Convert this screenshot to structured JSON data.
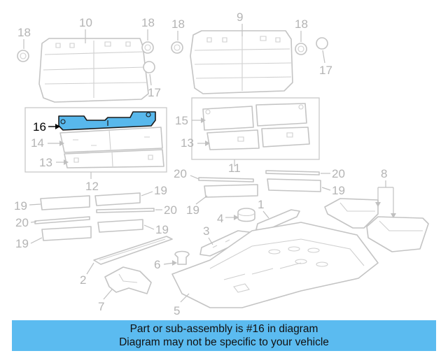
{
  "callouts": {
    "c1": "1",
    "c2": "2",
    "c3": "3",
    "c4": "4",
    "c5": "5",
    "c6": "6",
    "c7": "7",
    "c8": "8",
    "c9": "9",
    "c10": "10",
    "c11": "11",
    "c12": "12",
    "c13a": "13",
    "c13b": "13",
    "c14": "14",
    "c15": "15",
    "c16": "16",
    "c17a": "17",
    "c17b": "17",
    "c18a": "18",
    "c18b": "18",
    "c18c": "18",
    "c18d": "18",
    "c19a": "19",
    "c19b": "19",
    "c19c": "19",
    "c19d": "19",
    "c19e": "19",
    "c19f": "19",
    "c20a": "20",
    "c20b": "20",
    "c20c": "20",
    "c20d": "20"
  },
  "highlighted_part": "16",
  "colors": {
    "highlight": "#58b8ec",
    "banner": "#5bbbf0",
    "line_art": "#c4c4c4"
  },
  "banner": {
    "line1": "Part or sub-assembly is #16 in diagram",
    "line2": "Diagram may not be specific to your vehicle"
  }
}
